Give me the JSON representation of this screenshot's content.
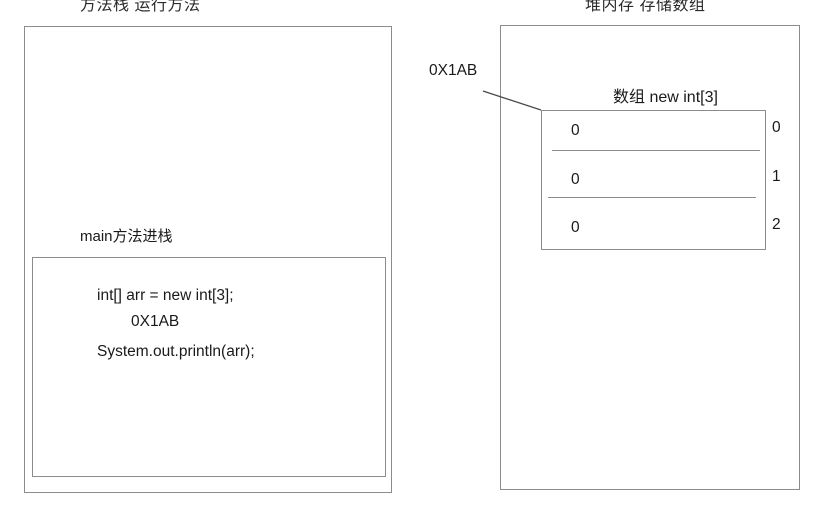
{
  "diagram": {
    "stack": {
      "title": "方法栈  运行方法",
      "frame_label": "main方法进栈",
      "code_lines": [
        "int[] arr = new int[3];",
        "0X1AB",
        "System.out.println(arr);"
      ]
    },
    "heap": {
      "title": "堆内存    存储数组",
      "array_caption": "数组 new int[3]",
      "address_label": "0X1AB",
      "cells": [
        {
          "value": "0",
          "index": "0"
        },
        {
          "value": "0",
          "index": "1"
        },
        {
          "value": "0",
          "index": "2"
        }
      ]
    },
    "colors": {
      "border": "#8c8c8c",
      "text": "#1a1a1a",
      "background": "#ffffff"
    }
  }
}
